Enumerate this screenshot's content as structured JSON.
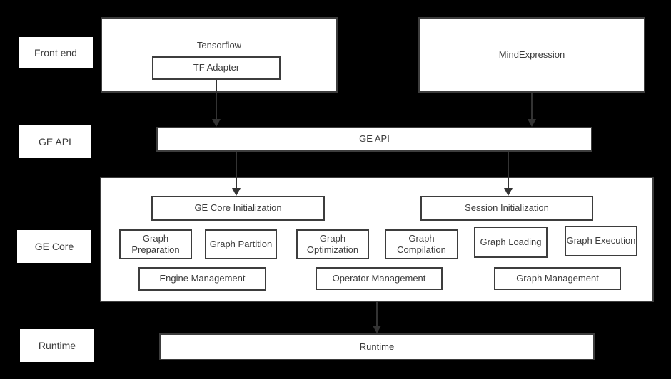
{
  "colors": {
    "background": "#000000",
    "box_fill": "#ffffff",
    "box_border": "#3d3d3d",
    "text": "#3b3b3b",
    "arrow": "#333333"
  },
  "rail": {
    "front_end": "Front end",
    "ge_api": "GE API",
    "ge_core": "GE Core",
    "runtime": "Runtime"
  },
  "diagram": {
    "tensorflow": "Tensorflow",
    "tf_adapter": "TF Adapter",
    "mindexpression": "MindExpression",
    "ge_api_bar": "GE API",
    "ge_core": {
      "ge_core_init": "GE Core Initialization",
      "session_init": "Session Initialization",
      "graph_preparation": "Graph Preparation",
      "graph_partition": "Graph Partition",
      "graph_optimization": "Graph Optimization",
      "graph_compilation": "Graph Compilation",
      "graph_loading": "Graph Loading",
      "graph_execution": "Graph Execution",
      "engine_management": "Engine Management",
      "operator_management": "Operator Management",
      "graph_management": "Graph Management"
    },
    "runtime_bar": "Runtime"
  }
}
